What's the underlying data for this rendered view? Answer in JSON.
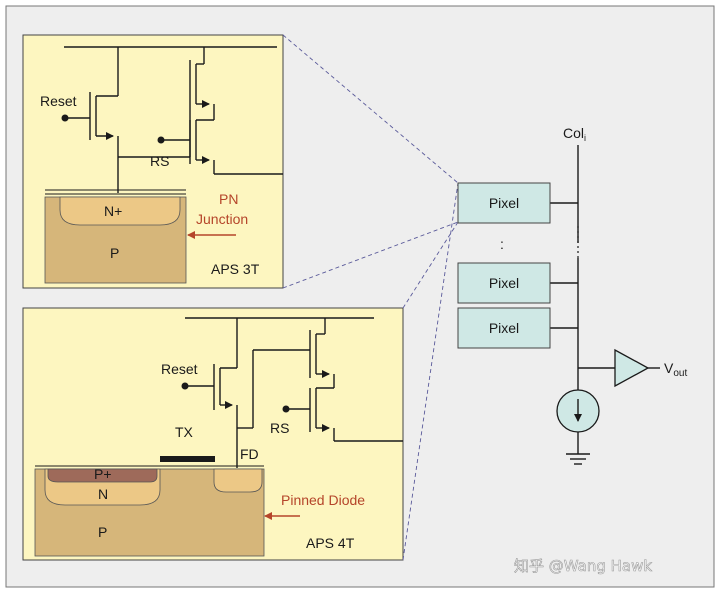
{
  "aps3t": {
    "reset": "Reset",
    "rs": "RS",
    "n_plus": "N+",
    "p": "P",
    "pn_junction_line1": "PN",
    "pn_junction_line2": "Junction",
    "caption": "APS 3T"
  },
  "aps4t": {
    "reset": "Reset",
    "rs": "RS",
    "tx": "TX",
    "fd": "FD",
    "p_plus": "P+",
    "n": "N",
    "p": "P",
    "pinned_diode": "Pinned Diode",
    "caption": "APS 4T"
  },
  "column": {
    "col_label": "Col",
    "col_subscript": "i",
    "pixels": [
      "Pixel",
      "Pixel",
      "Pixel"
    ],
    "ellipsis_dots": ":",
    "vout_main": "V",
    "vout_sub": "out"
  },
  "watermark": "知乎 @Wang Hawk",
  "colors": {
    "panel_bg": "#fdf6c0",
    "substrate": "#d6b67a",
    "well": "#ecc886",
    "pixel_box": "#cfe8e5",
    "arrow_red": "#b5452a",
    "outer_bg": "#eeeeee"
  }
}
